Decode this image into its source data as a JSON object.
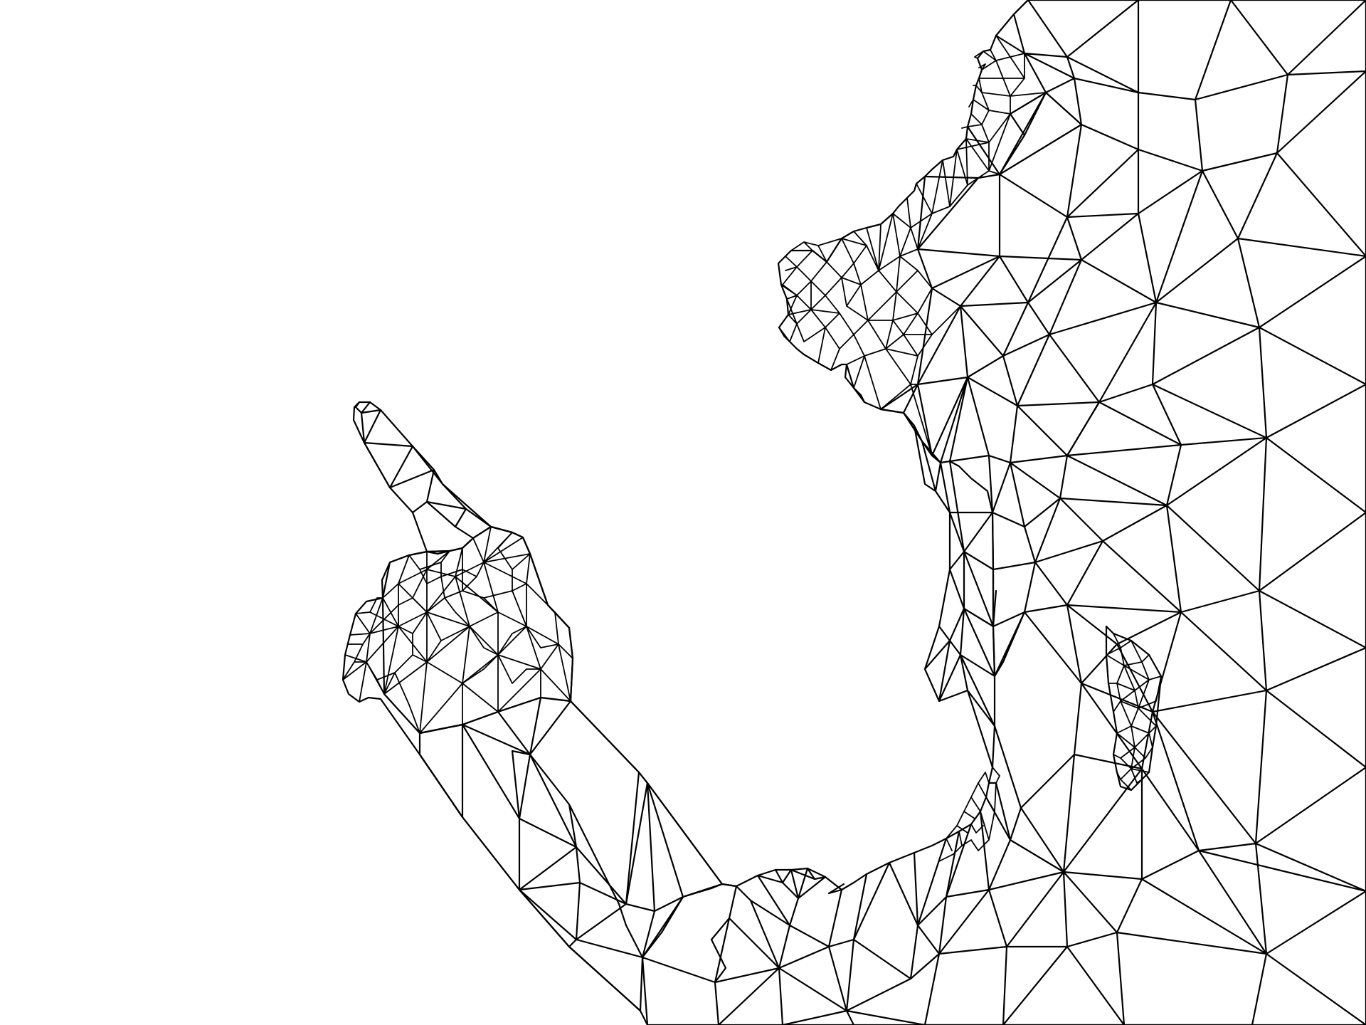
{
  "image": {
    "background_color": "#ffffff",
    "line_color": "#000000",
    "subject": "triangulated-wireframe-mesh-silhouette",
    "regions": [
      {
        "name": "head-and-torso-mesh",
        "density": "coarse"
      },
      {
        "name": "face-detail-mesh",
        "density": "fine"
      },
      {
        "name": "pointing-hand-mesh",
        "density": "fine"
      },
      {
        "name": "index-finger-mesh",
        "density": "coarse"
      },
      {
        "name": "forearm-mesh",
        "density": "coarse"
      },
      {
        "name": "shirt-cutout-mesh",
        "density": "fine"
      }
    ]
  }
}
